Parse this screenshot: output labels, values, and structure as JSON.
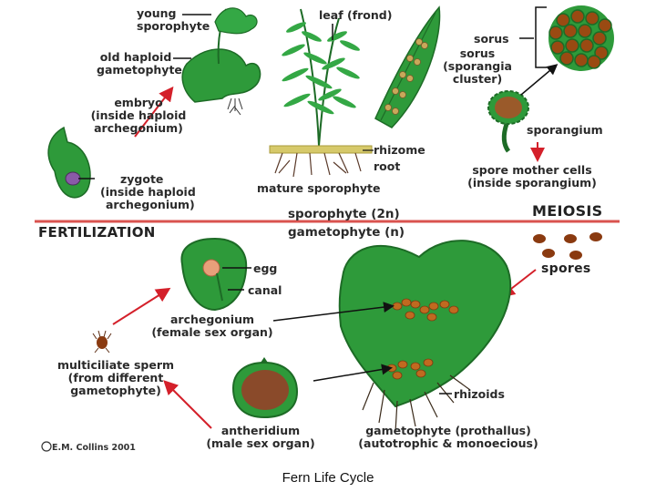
{
  "labels": {
    "young_sporophyte": [
      "young",
      "sporophyte"
    ],
    "old_gametophyte": [
      "old haploid",
      "gametophyte"
    ],
    "embryo": [
      "embryo",
      "(inside haploid",
      "archegonium)"
    ],
    "zygote": [
      "zygote",
      "(inside haploid",
      "archegonium)"
    ],
    "leaf": "leaf (frond)",
    "rhizome": "rhizome",
    "root": "root",
    "mature_sporophyte": "mature sporophyte",
    "sorus_top": "sorus",
    "sorus_cluster": [
      "sorus",
      "(sporangia",
      "cluster)"
    ],
    "sporangium": "sporangium",
    "spore_mother_cells": [
      "spore mother cells",
      "(inside sporangium)"
    ],
    "fertilization": "FERTILIZATION",
    "sporophyte_2n": "sporophyte (2n)",
    "gametophyte_n": "gametophyte (n)",
    "meiosis": "MEIOSIS",
    "spores": "spores",
    "egg": "egg",
    "canal": "canal",
    "archegonium": [
      "archegonium",
      "(female sex organ)"
    ],
    "sperm": [
      "multiciliate sperm",
      "(from different",
      "gametophyte)"
    ],
    "rhizoids": "rhizoids",
    "antheridium": [
      "antheridium",
      "(male sex organ)"
    ],
    "gametophyte_prothallus": [
      "gametophyte (prothallus)",
      "(autotrophic & monoecious)"
    ]
  },
  "copyright": "E.M. Collins 2001",
  "caption": "Fern Life Cycle",
  "colors": {
    "plant_green": "#2e9a3a",
    "dark_green": "#1d6b26",
    "spore_brown": "#9a4a12",
    "arrow_red": "#d4202a",
    "divider_red": "#d9534f"
  }
}
